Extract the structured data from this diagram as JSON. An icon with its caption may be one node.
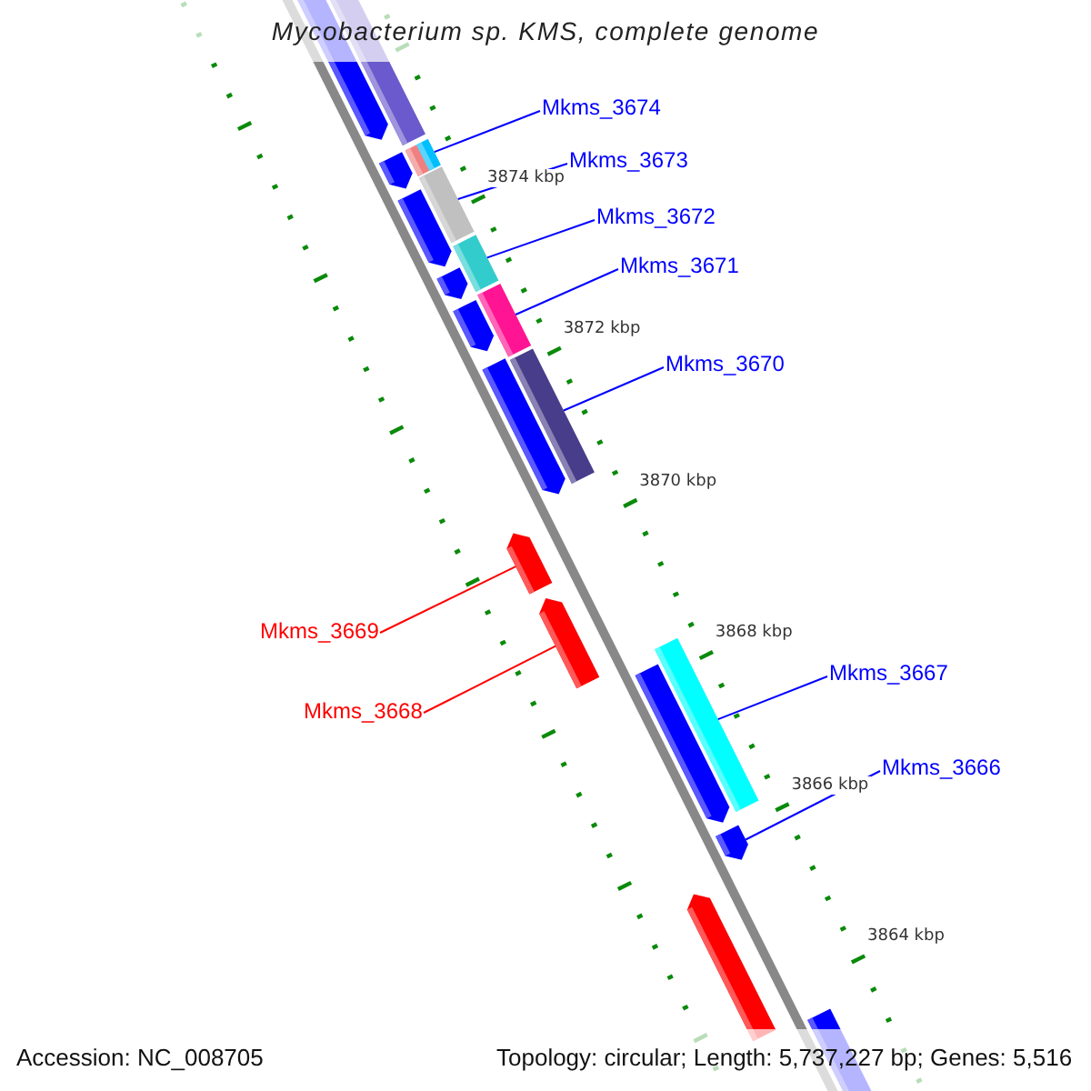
{
  "diagram": {
    "title": "Mycobacterium sp. KMS, complete genome",
    "nodes": [
      {
        "text": [
          "Mkms_3674"
        ]
      },
      {
        "text": [
          "Mkms_3673"
        ]
      },
      {
        "text": [
          "Mkms_3672"
        ]
      },
      {
        "text": [
          "Mkms_3671"
        ]
      },
      {
        "text": [
          "Mkms_3670"
        ]
      },
      {
        "text": [
          "Mkms_3669"
        ]
      },
      {
        "text": [
          "Mkms_3668"
        ]
      },
      {
        "text": [
          "Mkms_3667"
        ]
      },
      {
        "text": [
          "Mkms_3666"
        ]
      },
      {
        "text": [],
        "shape": "arrow"
      },
      {
        "text": [],
        "shape": "bar"
      },
      {
        "text": [],
        "shape": "arrow"
      },
      {
        "text": [],
        "shape": "bar"
      },
      {
        "text": [],
        "shape": "bar"
      },
      {
        "text": [],
        "shape": "bar"
      },
      {
        "text": [],
        "shape": "arrow"
      },
      {
        "text": [],
        "shape": "bar"
      },
      {
        "text": [],
        "shape": "arrow"
      },
      {
        "text": [],
        "shape": "bar"
      },
      {
        "text": [],
        "shape": "arrow"
      },
      {
        "text": [],
        "shape": "arrow"
      },
      {
        "text": [],
        "shape": "bar"
      },
      {
        "text": [],
        "shape": "arrow"
      },
      {
        "text": [],
        "shape": "arrow"
      },
      {
        "text": [],
        "shape": "bar"
      },
      {
        "text": [],
        "shape": "arrow"
      },
      {
        "text": [],
        "shape": "arrow"
      },
      {
        "text": [],
        "shape": "arrow"
      },
      {
        "text": [],
        "shape": "arrow"
      }
    ],
    "edges": [
      {
        "from": 0,
        "to": 13,
        "arrow": "none"
      },
      {
        "from": 1,
        "to": 14,
        "arrow": "none"
      },
      {
        "from": 2,
        "to": 16,
        "arrow": "none"
      },
      {
        "from": 3,
        "to": 18,
        "arrow": "none"
      },
      {
        "from": 4,
        "to": 21,
        "arrow": "none"
      },
      {
        "from": 5,
        "to": 22,
        "arrow": "none",
        "color": "#ff0000"
      },
      {
        "from": 6,
        "to": 23,
        "arrow": "none",
        "color": "#ff0000"
      },
      {
        "from": 7,
        "to": 24,
        "arrow": "none"
      },
      {
        "from": 8,
        "to": 26,
        "arrow": "none"
      }
    ],
    "labels": [
      "3874 kbp",
      "3872 kbp",
      "3870 kbp",
      "3868 kbp",
      "3866 kbp",
      "3864 kbp",
      "Accession: NC_008705",
      "Topology: circular; Length: 5,737,227 bp; Genes: 5,516"
    ]
  }
}
